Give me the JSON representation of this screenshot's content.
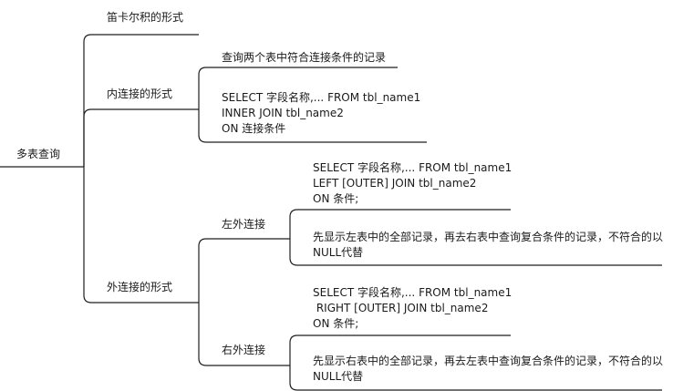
{
  "root": {
    "label": "多表查询"
  },
  "branches": {
    "cartesian": {
      "label": "笛卡尔积的形式"
    },
    "inner": {
      "label": "内连接的形式",
      "desc": "查询两个表中符合连接条件的记录",
      "sql": [
        "SELECT 字段名称,... FROM tbl_name1",
        "INNER JOIN tbl_name2",
        "ON 连接条件"
      ]
    },
    "outer": {
      "label": "外连接的形式",
      "left": {
        "label": "左外连接",
        "sql": [
          "SELECT 字段名称,... FROM tbl_name1",
          "LEFT [OUTER] JOIN tbl_name2",
          "ON 条件;"
        ],
        "desc": "先显示左表中的全部记录，再去右表中查询复合条件的记录，不符合的以NULL代替"
      },
      "right": {
        "label": "右外连接",
        "sql": [
          "SELECT 字段名称,... FROM tbl_name1",
          " RIGHT [OUTER] JOIN tbl_name2",
          "ON 条件;"
        ],
        "desc": "先显示右表中的全部记录，再去左表中查询复合条件的记录，不符合的以NULL代替"
      }
    }
  }
}
